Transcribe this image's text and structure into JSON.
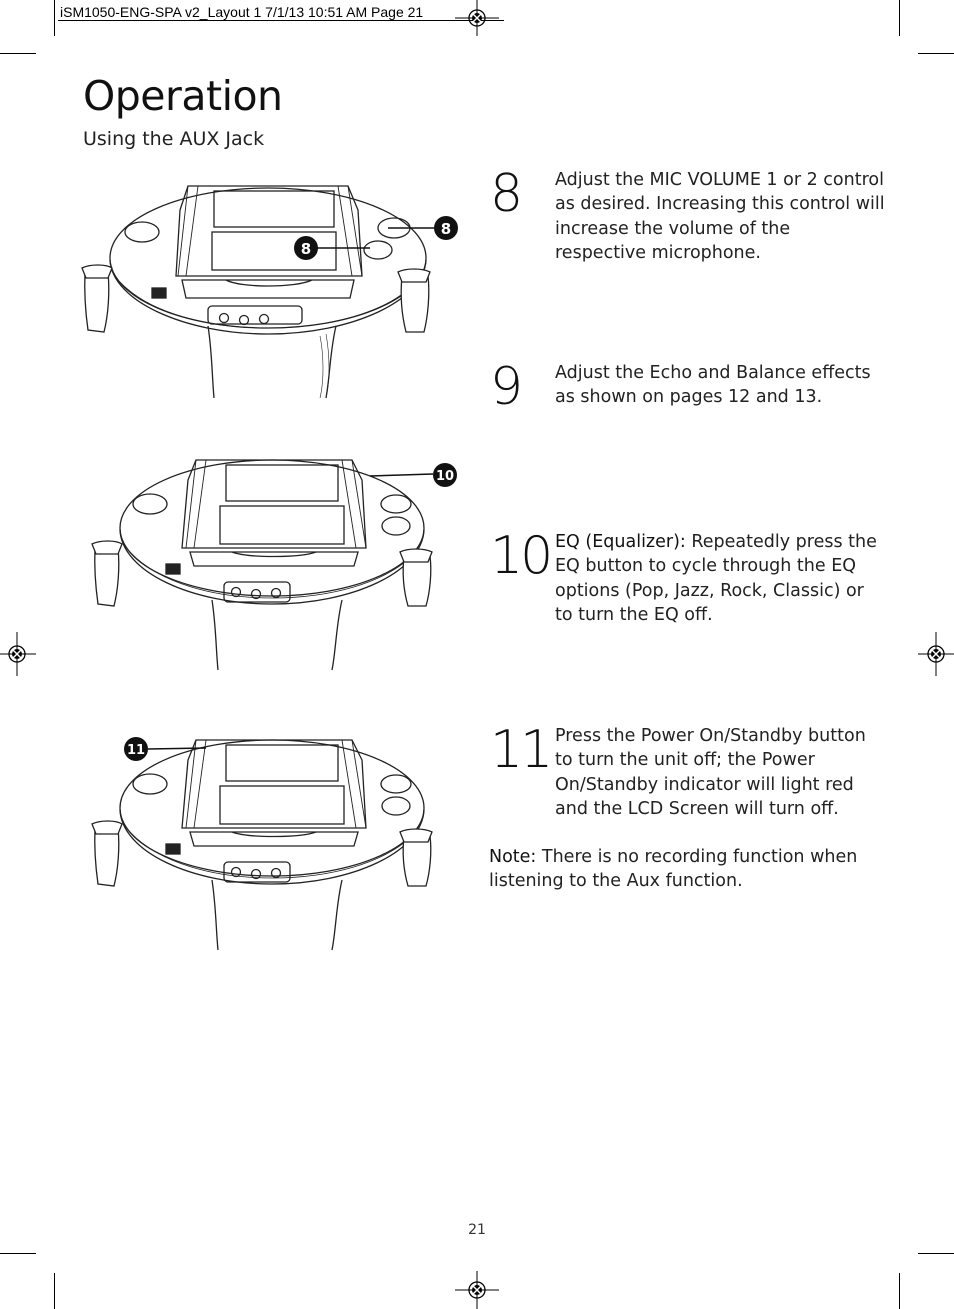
{
  "print_slug": "iSM1050-ENG-SPA v2_Layout 1  7/1/13  10:51 AM  Page 21",
  "header": {
    "title": "Operation",
    "subtitle": "Using the AUX Jack"
  },
  "steps": [
    {
      "number": "8",
      "lead": "",
      "text": "Adjust the MIC VOLUME 1 or 2 control as desired. Increasing this control will increase the volume of the respective microphone."
    },
    {
      "number": "9",
      "lead": "",
      "text": "Adjust the Echo and Balance effects as shown on pages 12 and 13."
    },
    {
      "number": "10",
      "lead": "EQ (Equalizer):",
      "text": "Repeatedly press the EQ button to cycle through the EQ options (Pop, Jazz, Rock, Classic) or to turn the EQ off."
    },
    {
      "number": "11",
      "lead": "",
      "text": "Press the Power On/Standby button to turn the unit off; the Power On/Standby indicator will light red and the LCD Screen will turn off."
    }
  ],
  "note": {
    "label": "Note:",
    "text": "There is no recording function when listening to the Aux function."
  },
  "illustrations": [
    {
      "callouts": [
        "8",
        "8"
      ]
    },
    {
      "callouts": [
        "10"
      ]
    },
    {
      "callouts": [
        "11"
      ]
    }
  ],
  "footer": {
    "page_number": "21"
  }
}
